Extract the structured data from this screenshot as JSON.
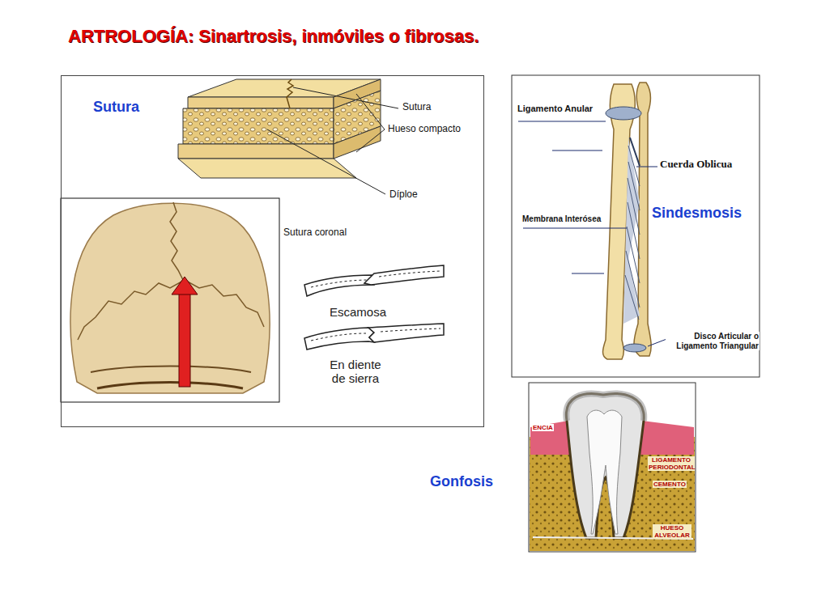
{
  "diagram": {
    "title": "ARTROLOGÍA: Sinartrosis, inmóviles o fibrosas.",
    "nodes": [
      {
        "text": [
          "Sutura"
        ]
      },
      {
        "text": [
          "Sindesmosis"
        ]
      },
      {
        "text": [
          "Gonfosis"
        ]
      }
    ],
    "labels": [
      "Sutura",
      "Hueso compacto",
      "Díploe",
      "Sutura coronal",
      "Escamosa",
      "En diente de sierra",
      "Ligamento Anular",
      "Cuerda Oblicua",
      "Membrana Interósea",
      "Disco Articular o Ligamento Triangular",
      "ENCIA",
      "LIGAMENTO PERIODONTAL",
      "CEMENTO",
      "HUESO ALVEOLAR"
    ]
  }
}
